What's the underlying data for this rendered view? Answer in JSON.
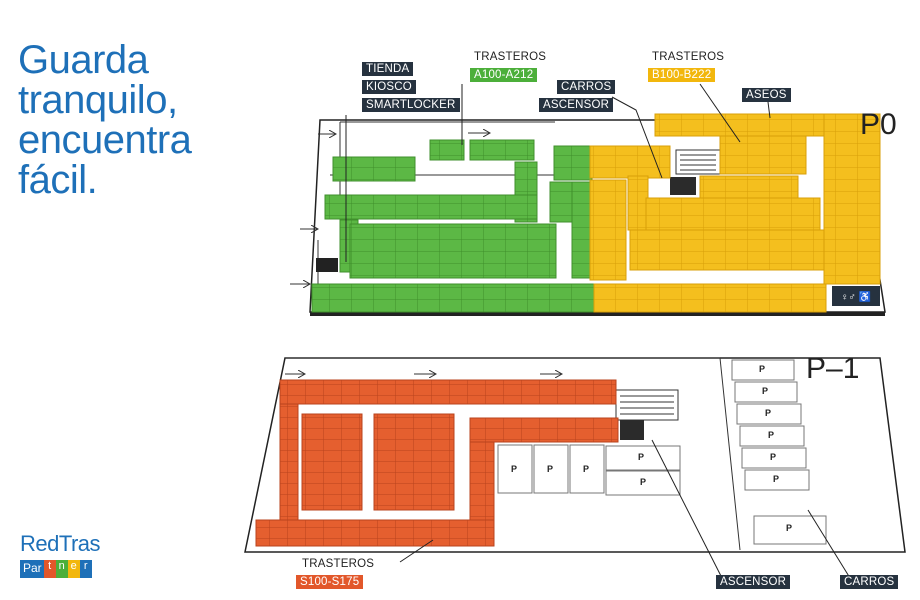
{
  "headline": [
    "Guarda",
    "tranquilo,",
    "encuentra",
    "fácil."
  ],
  "colors": {
    "brand_blue": "#1e70b8",
    "green": "#4caf3a",
    "yellow": "#f2b70d",
    "red": "#e2572a",
    "dark_label": "#26323f"
  },
  "floors": {
    "upper": "P0",
    "lower": "P–1"
  },
  "labels_p0": {
    "tienda": "TIENDA",
    "kiosco": "KIOSCO",
    "smartlocker": "SMARTLOCKER",
    "trasteros_a": "TRASTEROS",
    "range_a": "A100-A212",
    "carros": "CARROS",
    "ascensor": "ASCENSOR",
    "trasteros_b": "TRASTEROS",
    "range_b": "B100-B222",
    "aseos": "ASEOS"
  },
  "labels_p1": {
    "trasteros_s": "TRASTEROS",
    "range_s": "S100-S175",
    "ascensor": "ASCENSOR",
    "carros": "CARROS",
    "parking_marker": "P"
  },
  "logo": {
    "line1": "RedTras",
    "line2_a": "Par",
    "line2_b": [
      "t",
      "n",
      "e",
      "r"
    ]
  }
}
